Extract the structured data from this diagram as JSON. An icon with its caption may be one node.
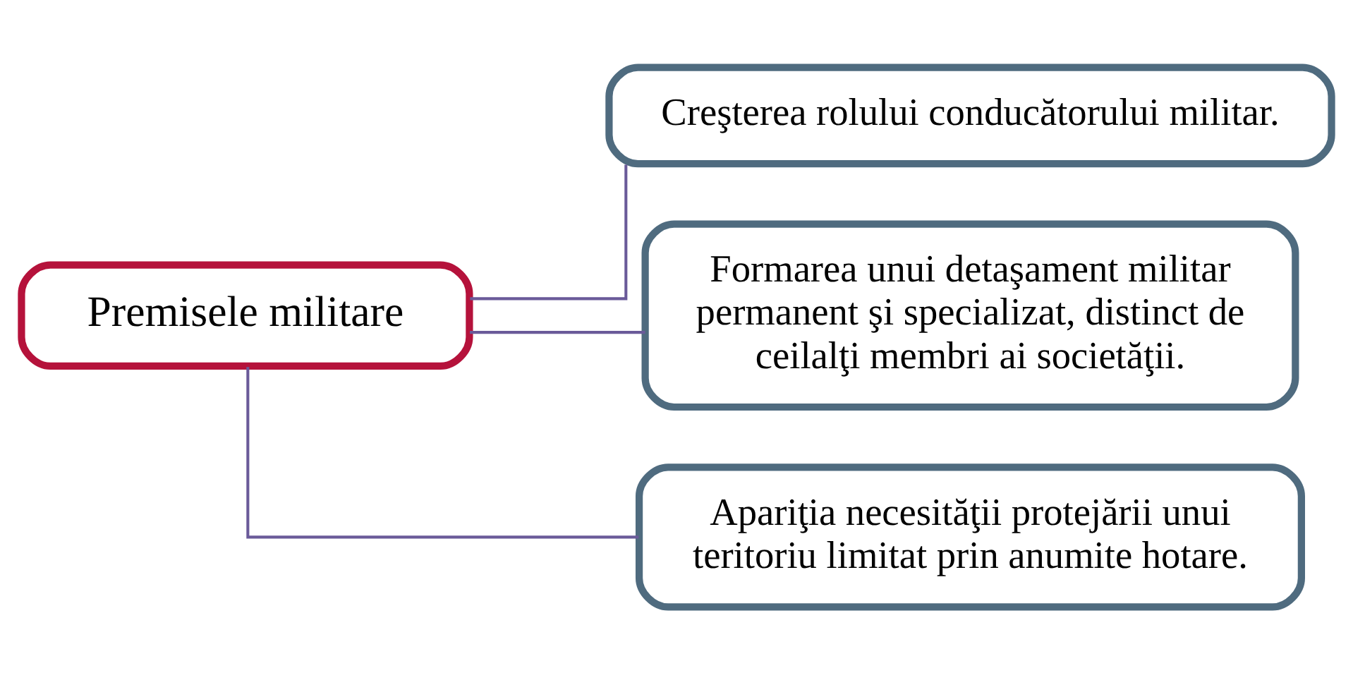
{
  "diagram": {
    "nodes": [
      {
        "text": [
          "Premisele militare"
        ]
      },
      {
        "text": [
          "Creşterea rolului conducătorului militar."
        ]
      },
      {
        "text": [
          "Formarea unui detaşament militar permanent şi specializat, distinct de ceilalţi membri ai societăţii."
        ]
      },
      {
        "text": [
          "Apariţia necesităţii protejării unui teritoriu limitat prin anumite hotare."
        ]
      }
    ],
    "edges": [
      {
        "from": 0,
        "to": 1,
        "arrow": "none"
      },
      {
        "from": 0,
        "to": 2,
        "arrow": "none"
      },
      {
        "from": 0,
        "to": 3,
        "arrow": "none"
      }
    ]
  }
}
